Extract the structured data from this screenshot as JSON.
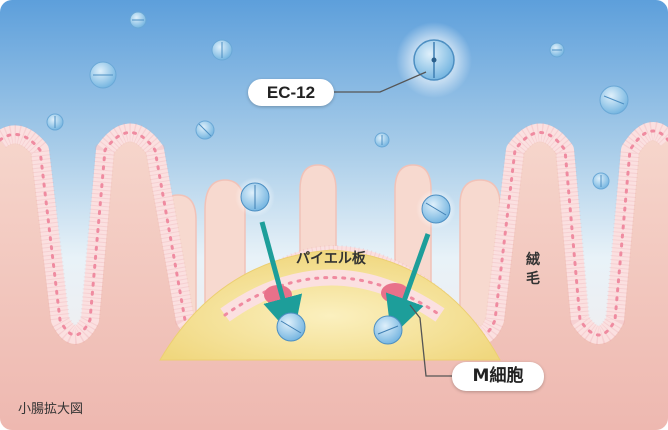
{
  "labels": {
    "bacteria": "EC-12",
    "peyer_patch": "パイエル板",
    "villus_line1": "絨",
    "villus_line2": "毛",
    "m_cell": "M細胞",
    "caption": "小腸拡大図"
  },
  "colors": {
    "lumen_top": "#5d9fdb",
    "lumen_bottom": "#e8f2f8",
    "tissue": "#f4c6bd",
    "epithelium": "#fbe0e0",
    "cell_nucleus": "#f08aa0",
    "peyer_patch": "#f3e095",
    "m_cell": "#e8718a",
    "bacterium": "#8cc4e8",
    "arrow": "#1d9e9a"
  }
}
